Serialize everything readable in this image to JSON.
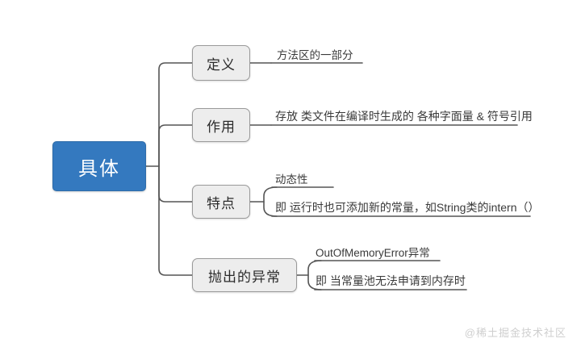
{
  "diagram": {
    "type": "mind-map",
    "root": {
      "label": "具体",
      "color": "#3479bf"
    },
    "branches": [
      {
        "id": "definition",
        "label": "定义",
        "leaves": [
          {
            "text": "方法区的一部分"
          }
        ]
      },
      {
        "id": "purpose",
        "label": "作用",
        "leaves": [
          {
            "text": "存放 类文件在编译时生成的 各种字面量 & 符号引用"
          }
        ]
      },
      {
        "id": "features",
        "label": "特点",
        "leaves": [
          {
            "text": "动态性"
          },
          {
            "text": "即 运行时也可添加新的常量，如String类的intern（）"
          }
        ]
      },
      {
        "id": "exception",
        "label": "抛出的异常",
        "leaves": [
          {
            "text": "OutOfMemoryError异常"
          },
          {
            "text": "即 当常量池无法申请到内存时"
          }
        ]
      }
    ]
  },
  "watermark": {
    "text": "@稀土掘金技术社区"
  },
  "colors": {
    "root_fill": "#3479bf",
    "branch_fill": "#ededed",
    "branch_border": "#9a9a9a",
    "wire": "#555555",
    "text": "#3a3a3a",
    "background": "#ffffff"
  }
}
